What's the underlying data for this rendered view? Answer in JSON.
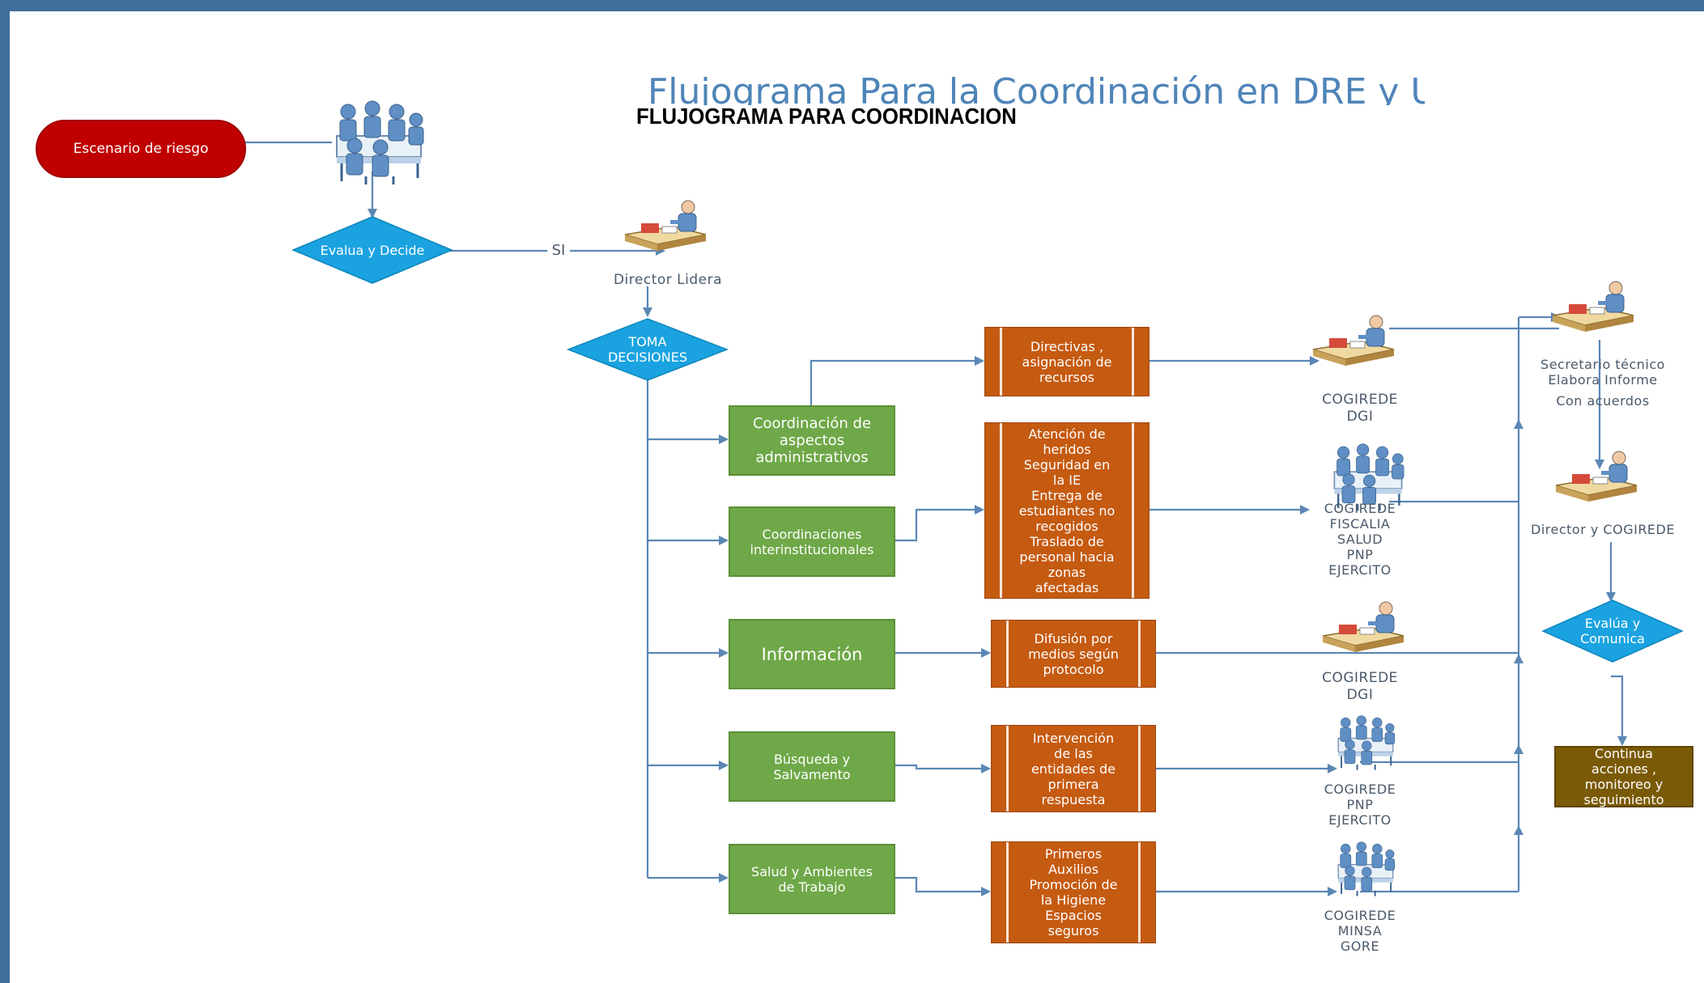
{
  "header": {
    "ghost_title": "Flujograma Para la Coordinación en DRE y UGEL",
    "title": "FLUJOGRAMA PARA COORDINACION"
  },
  "nodes": {
    "start": "Escenario de riesgo",
    "decide": "Evalua y Decide",
    "yes_label": "SI",
    "director_leads": "Director Lidera",
    "decisions": "TOMA\nDECISIONES",
    "evaluate": "Evalúa y\nComunica",
    "continue": "Continua\nacciones ,\nmonitoreo y\nseguimiento"
  },
  "rows": [
    {
      "area": "Coordinación de\naspectos\nadministrativos",
      "action": "Directivas ,\nasignación de\nrecursos",
      "actor": "COGIREDE\nDGI"
    },
    {
      "area": "Coordinaciones\ninterinstitucionales",
      "action": "Atención de\nheridos\nSeguridad en\nla IE\nEntrega de\nestudiantes no\nrecogidos\nTraslado de\npersonal hacia\nzonas\nafectadas",
      "actor": "COGIREDE\nFISCALIA\nSALUD\nPNP\nEJERCITO"
    },
    {
      "area": "Información",
      "action": "Difusión por\nmedios según\nprotocolo",
      "actor": "COGIREDE\nDGI"
    },
    {
      "area": "Búsqueda y\nSalvamento",
      "action": "Intervención\nde las\nentidades de\nprimera\nrespuesta",
      "actor": "COGIREDE\nPNP\nEJERCITO"
    },
    {
      "area": "Salud y Ambientes\nde Trabajo",
      "action": "Primeros\nAuxilios\nPromoción de\nla Higiene\nEspacios\nseguros",
      "actor": "COGIREDE\nMINSA\nGORE"
    }
  ],
  "right_column": {
    "secretary": "Secretario técnico\nElabora Informe",
    "secretary_sub": "Con acuerdos",
    "director_cogirede": "Director y COGIREDE"
  },
  "colors": {
    "frame": "#3f6d9c",
    "line": "#5b87b5",
    "start": "#c00000",
    "diamond": "#1aa3e0",
    "area_box": "#6fa848",
    "action_box": "#c55a11",
    "final_box": "#7a5a06"
  },
  "icons": [
    "meeting-icon",
    "desk-worker-icon"
  ]
}
